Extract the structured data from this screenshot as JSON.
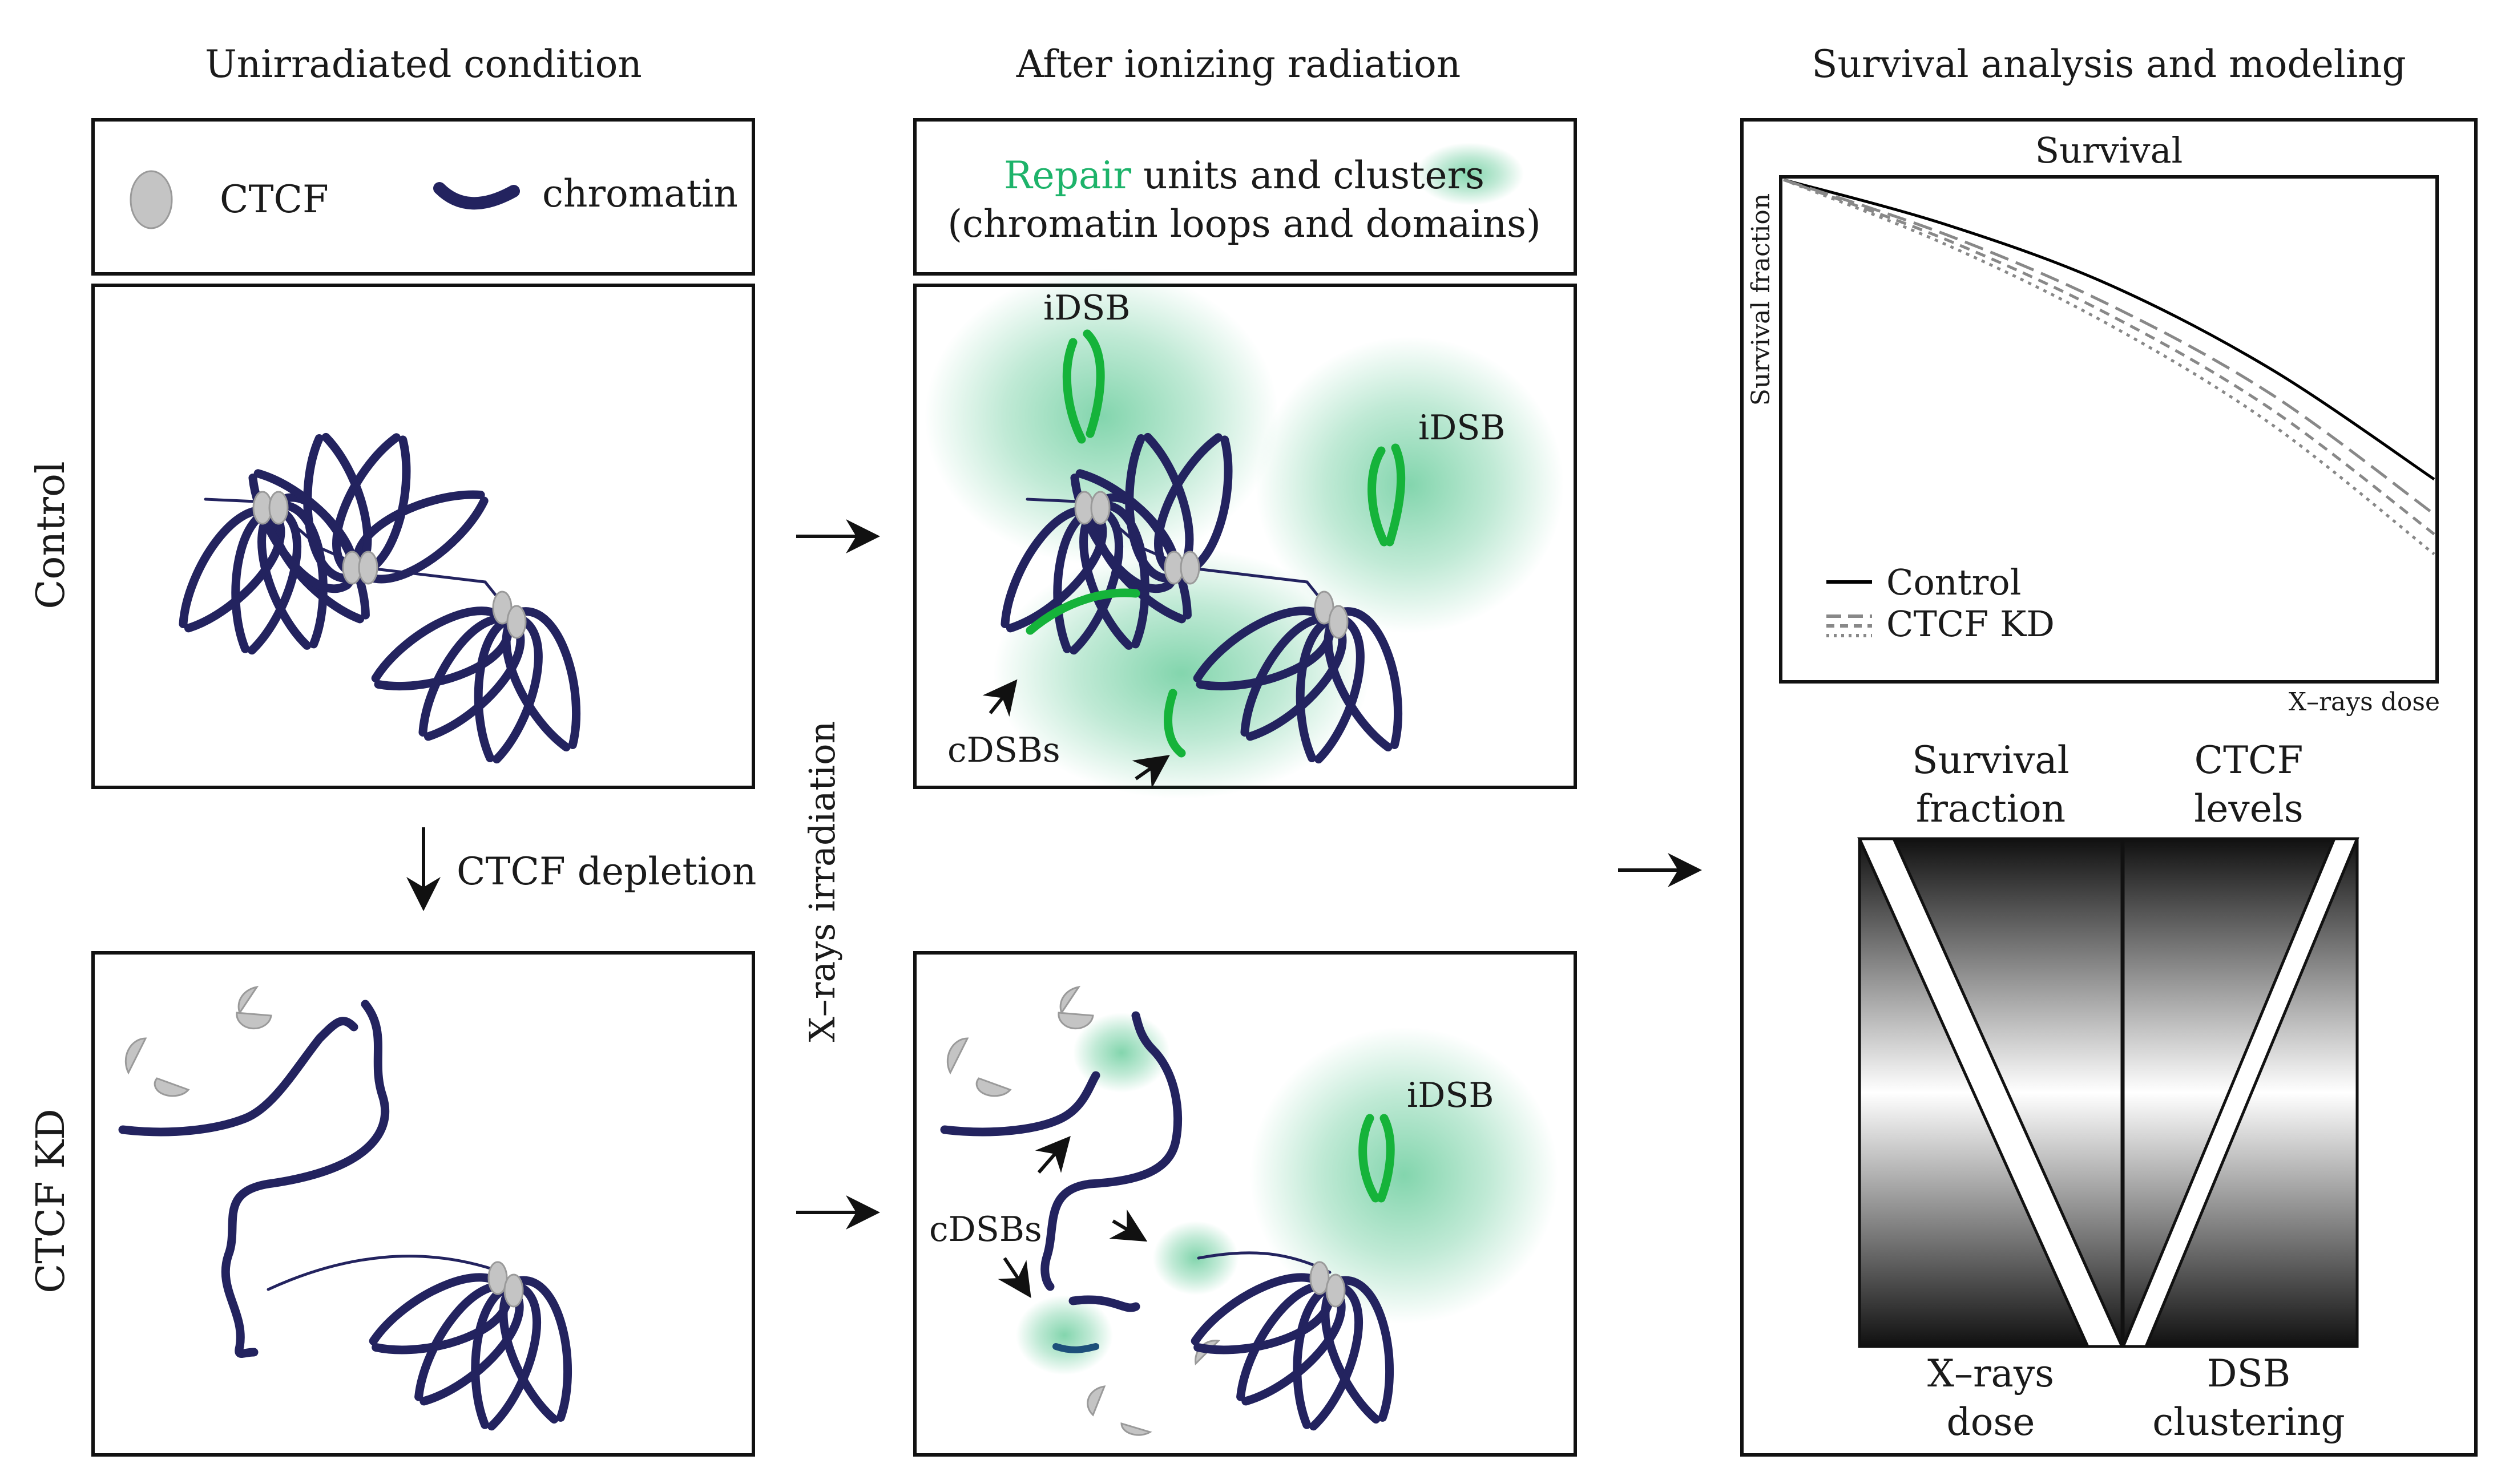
{
  "columns": {
    "unirradiated": "Unirradiated condition",
    "after_ir": "After ionizing radiation",
    "survival": "Survival analysis and modeling"
  },
  "rows": {
    "control": "Control",
    "ctcf_kd": "CTCF KD"
  },
  "legend": {
    "ctcf": "CTCF",
    "chromatin": "chromatin"
  },
  "repair_legend": {
    "highlight": "Repair",
    "line1_rest": " units and clusters",
    "line2": "(chromatin loops and domains)"
  },
  "labels": {
    "idsb": "iDSB",
    "cdsbs": "cDSBs",
    "ctcf_depletion": "CTCF depletion",
    "xray_irradiation": "X–rays irradiation"
  },
  "survival_plot": {
    "title": "Survival",
    "ylabel": "Survival fraction",
    "xlabel": "X–rays dose",
    "legend_control": "Control",
    "legend_kd": "CTCF KD"
  },
  "chart_data": {
    "type": "line",
    "title": "Survival",
    "xlabel": "X–rays dose",
    "ylabel": "Survival fraction",
    "x": [
      0,
      0.25,
      0.5,
      0.75,
      1.0
    ],
    "series": [
      {
        "name": "Control",
        "style": "solid",
        "values": [
          1.0,
          0.91,
          0.79,
          0.62,
          0.4
        ]
      },
      {
        "name": "CTCF KD",
        "style": "long-dash",
        "values": [
          1.0,
          0.89,
          0.75,
          0.57,
          0.33
        ]
      },
      {
        "name": "CTCF KD",
        "style": "dash",
        "values": [
          1.0,
          0.88,
          0.73,
          0.54,
          0.29
        ]
      },
      {
        "name": "CTCF KD",
        "style": "dot",
        "values": [
          1.0,
          0.87,
          0.71,
          0.51,
          0.25
        ]
      }
    ],
    "colors": {
      "control": "#000000",
      "kd": "#888888"
    }
  },
  "gradients": {
    "left_top": "Survival",
    "left_top2": "fraction",
    "left_bottom": "X–rays",
    "left_bottom2": "dose",
    "right_top": "CTCF",
    "right_top2": "levels",
    "right_bottom": "DSB",
    "right_bottom2": "clustering"
  },
  "colors": {
    "chromatin": "#23235f",
    "ctcf": "#c4c4c4",
    "repair_green": "#1db36a",
    "break_green": "#15b33a"
  }
}
